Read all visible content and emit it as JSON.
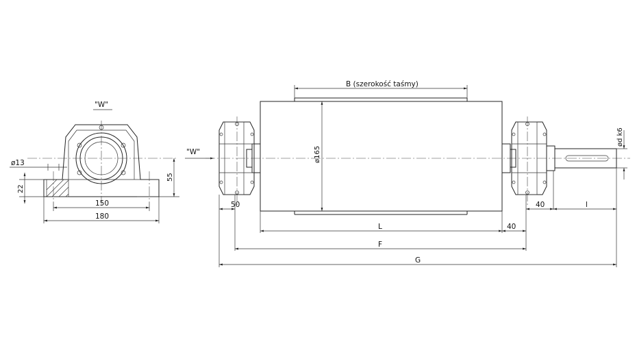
{
  "view_label": "\"W\"",
  "view_arrow_label": "\"W\"",
  "belt_width_label": "B (szerokość taśmy)",
  "diameter_label": "ø165",
  "shaft_label": "ød k6",
  "side_view": {
    "hole_label": "ø13",
    "base_height": "22",
    "shaft_height": "55",
    "bolt_spacing": "150",
    "base_length": "180"
  },
  "front_view": {
    "housing_width": "50",
    "shaft_offset": "40",
    "shaft_length": "l",
    "drum_length": "L",
    "end_offset": "40",
    "bearing_span": "F",
    "overall_length": "G"
  }
}
